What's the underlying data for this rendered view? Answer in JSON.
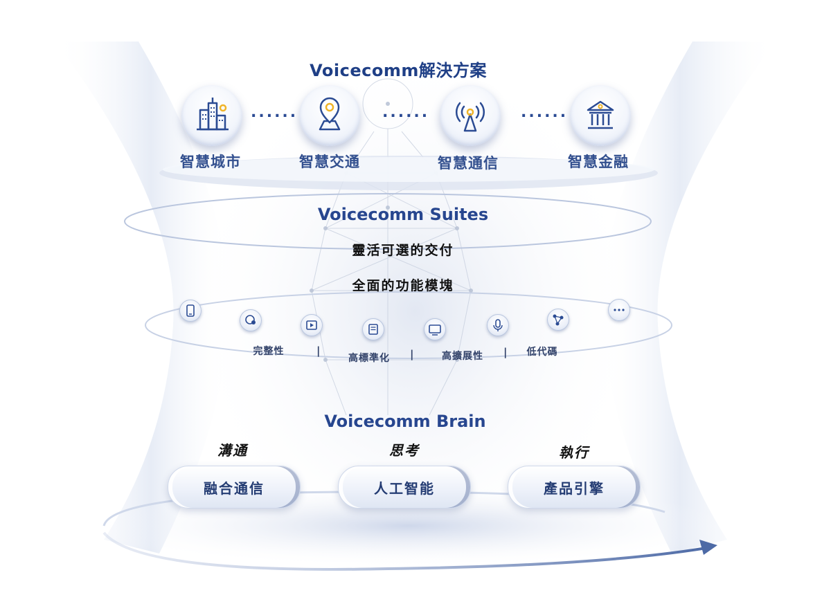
{
  "solutions": {
    "title": "Voicecomm解決方案",
    "items": [
      {
        "label": "智慧城市",
        "icon": "city-buildings-icon"
      },
      {
        "label": "智慧交通",
        "icon": "location-pin-icon"
      },
      {
        "label": "智慧通信",
        "icon": "signal-tower-icon"
      },
      {
        "label": "智慧金融",
        "icon": "bank-icon"
      }
    ],
    "connector": "......"
  },
  "suites": {
    "title": "Voicecomm Suites",
    "line1": "靈活可選的交付",
    "line2": "全面的功能模塊",
    "icons": [
      "mobile-phone-icon",
      "user-chat-icon",
      "video-player-icon",
      "document-icon",
      "screen-icon",
      "microphone-icon",
      "network-nodes-icon",
      "more-icon"
    ],
    "features": [
      "完整性",
      "高標準化",
      "高擴展性",
      "低代碼"
    ],
    "separator": "|"
  },
  "brain": {
    "title": "Voicecomm Brain",
    "categories": [
      "溝通",
      "思考",
      "執行"
    ],
    "modules": [
      "融合通信",
      "人工智能",
      "產品引擎"
    ]
  },
  "colors": {
    "accent": "#1f3f86",
    "icon_stroke": "#2b4b93",
    "icon_highlight": "#f0b429"
  }
}
